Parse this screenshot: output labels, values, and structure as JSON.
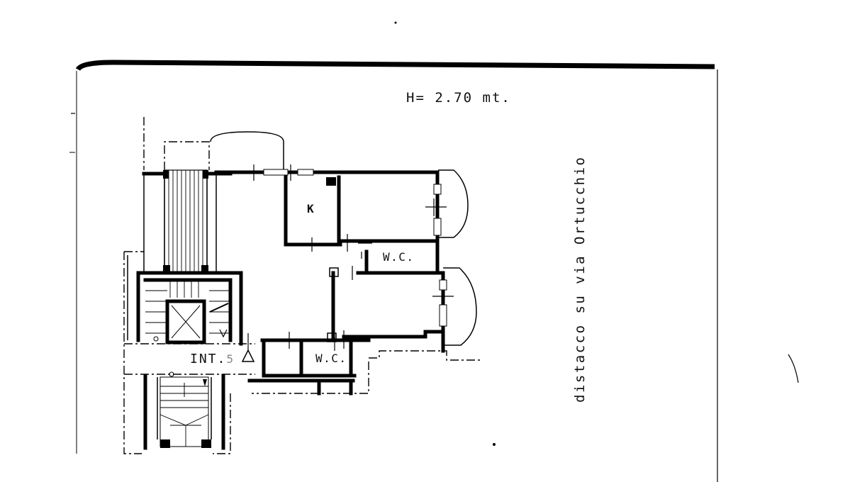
{
  "plan": {
    "height_note": "H= 2.70 mt.",
    "side_note": "distacco su via Ortucchio",
    "rooms": {
      "kitchen": "K",
      "wc_upper": "W.C.",
      "wc_lower": "W.C."
    },
    "unit_label": "INT.",
    "unit_number": "5"
  }
}
